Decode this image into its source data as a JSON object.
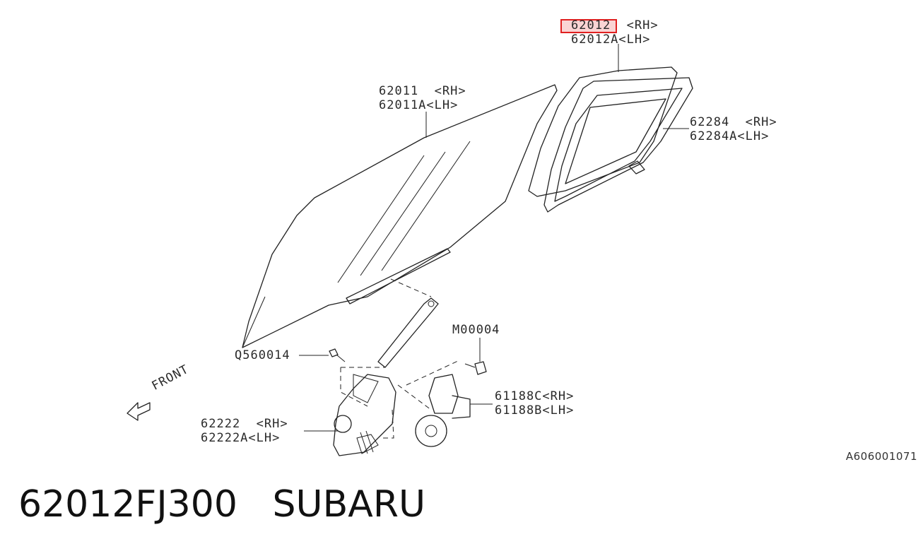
{
  "callouts": {
    "window_glass_rear": {
      "rh": "62012  <RH>",
      "lh": "62012A<LH>"
    },
    "window_glass_front": {
      "rh": "62011  <RH>",
      "lh": "62011A<LH>"
    },
    "weatherstrip": {
      "rh": "62284  <RH>",
      "lh": "62284A<LH>"
    },
    "bolt": "M00004",
    "screw": "Q560014",
    "motor": {
      "rh": "61188C<RH>",
      "lh": "61188B<LH>"
    },
    "regulator": {
      "rh": "62222  <RH>",
      "lh": "62222A<LH>"
    },
    "front_indicator": "FRONT"
  },
  "highlighted_part": "62012",
  "diagram_code": "A606001071",
  "caption": {
    "part_number": "62012FJ300",
    "brand": "SUBARU"
  },
  "colors": {
    "highlight": "#e02020",
    "line": "#222222"
  }
}
